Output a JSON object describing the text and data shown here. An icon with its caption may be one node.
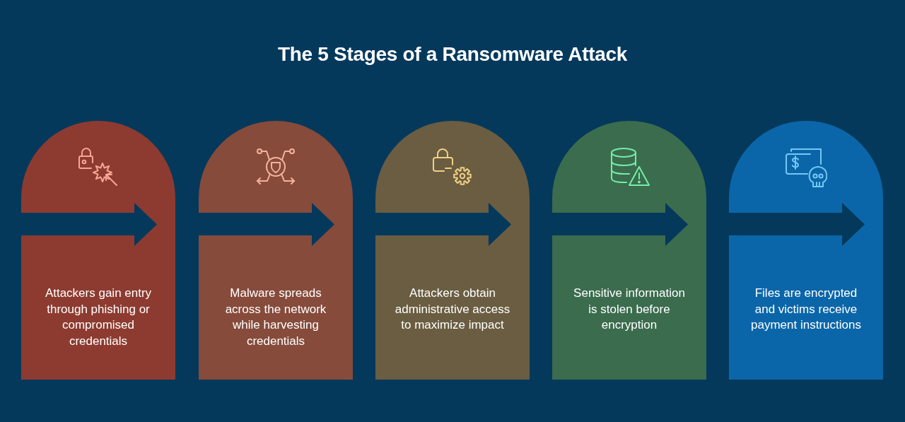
{
  "diagram": {
    "title": "The 5 Stages of a Ransomware Attack",
    "nodes": [
      {
        "text": [
          "Attackers gain entry through phishing or compromised credentials"
        ]
      },
      {
        "text": [
          "Malware spreads across the network while harvesting credentials"
        ]
      },
      {
        "text": [
          "Attackers obtain administrative access to maximize impact"
        ]
      },
      {
        "text": [
          "Sensitive information is stolen before encryption"
        ]
      },
      {
        "text": [
          "Files are encrypted and victims receive payment instructions"
        ]
      }
    ]
  }
}
